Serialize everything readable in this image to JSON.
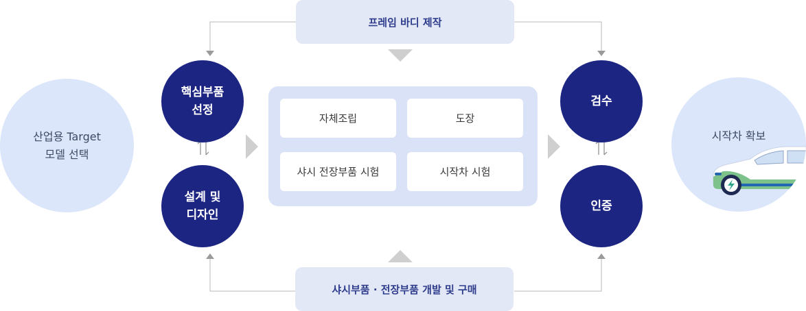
{
  "diagram": {
    "start": {
      "line1": "산업용 Target",
      "line2": "모델 선택"
    },
    "top_process": "프레임 바디 제작",
    "bottom_process": "샤시부품 · 전장부품 개발 및 구매",
    "left_top": {
      "line1": "핵심부품",
      "line2": "선정"
    },
    "left_bottom": {
      "line1": "설계 및",
      "line2": "디자인"
    },
    "center_cards": [
      "자체조립",
      "도장",
      "샤시 전장부품 시험",
      "시작차 시험"
    ],
    "right_top": "검수",
    "right_bottom": "인증",
    "end": {
      "title": "시작차 확보"
    }
  },
  "colors": {
    "navy": "#1d2583",
    "light_blue": "#dbe6fb",
    "pill_bg": "#e3e8f7",
    "center_bg": "#dae2f7",
    "connector": "#b8b8b8",
    "arrow": "#cfcfcf",
    "car_green": "#7cc28a",
    "car_blue": "#2466b0"
  },
  "icons": {
    "swap": "swap-arrows-icon",
    "car": "electric-car-icon"
  }
}
